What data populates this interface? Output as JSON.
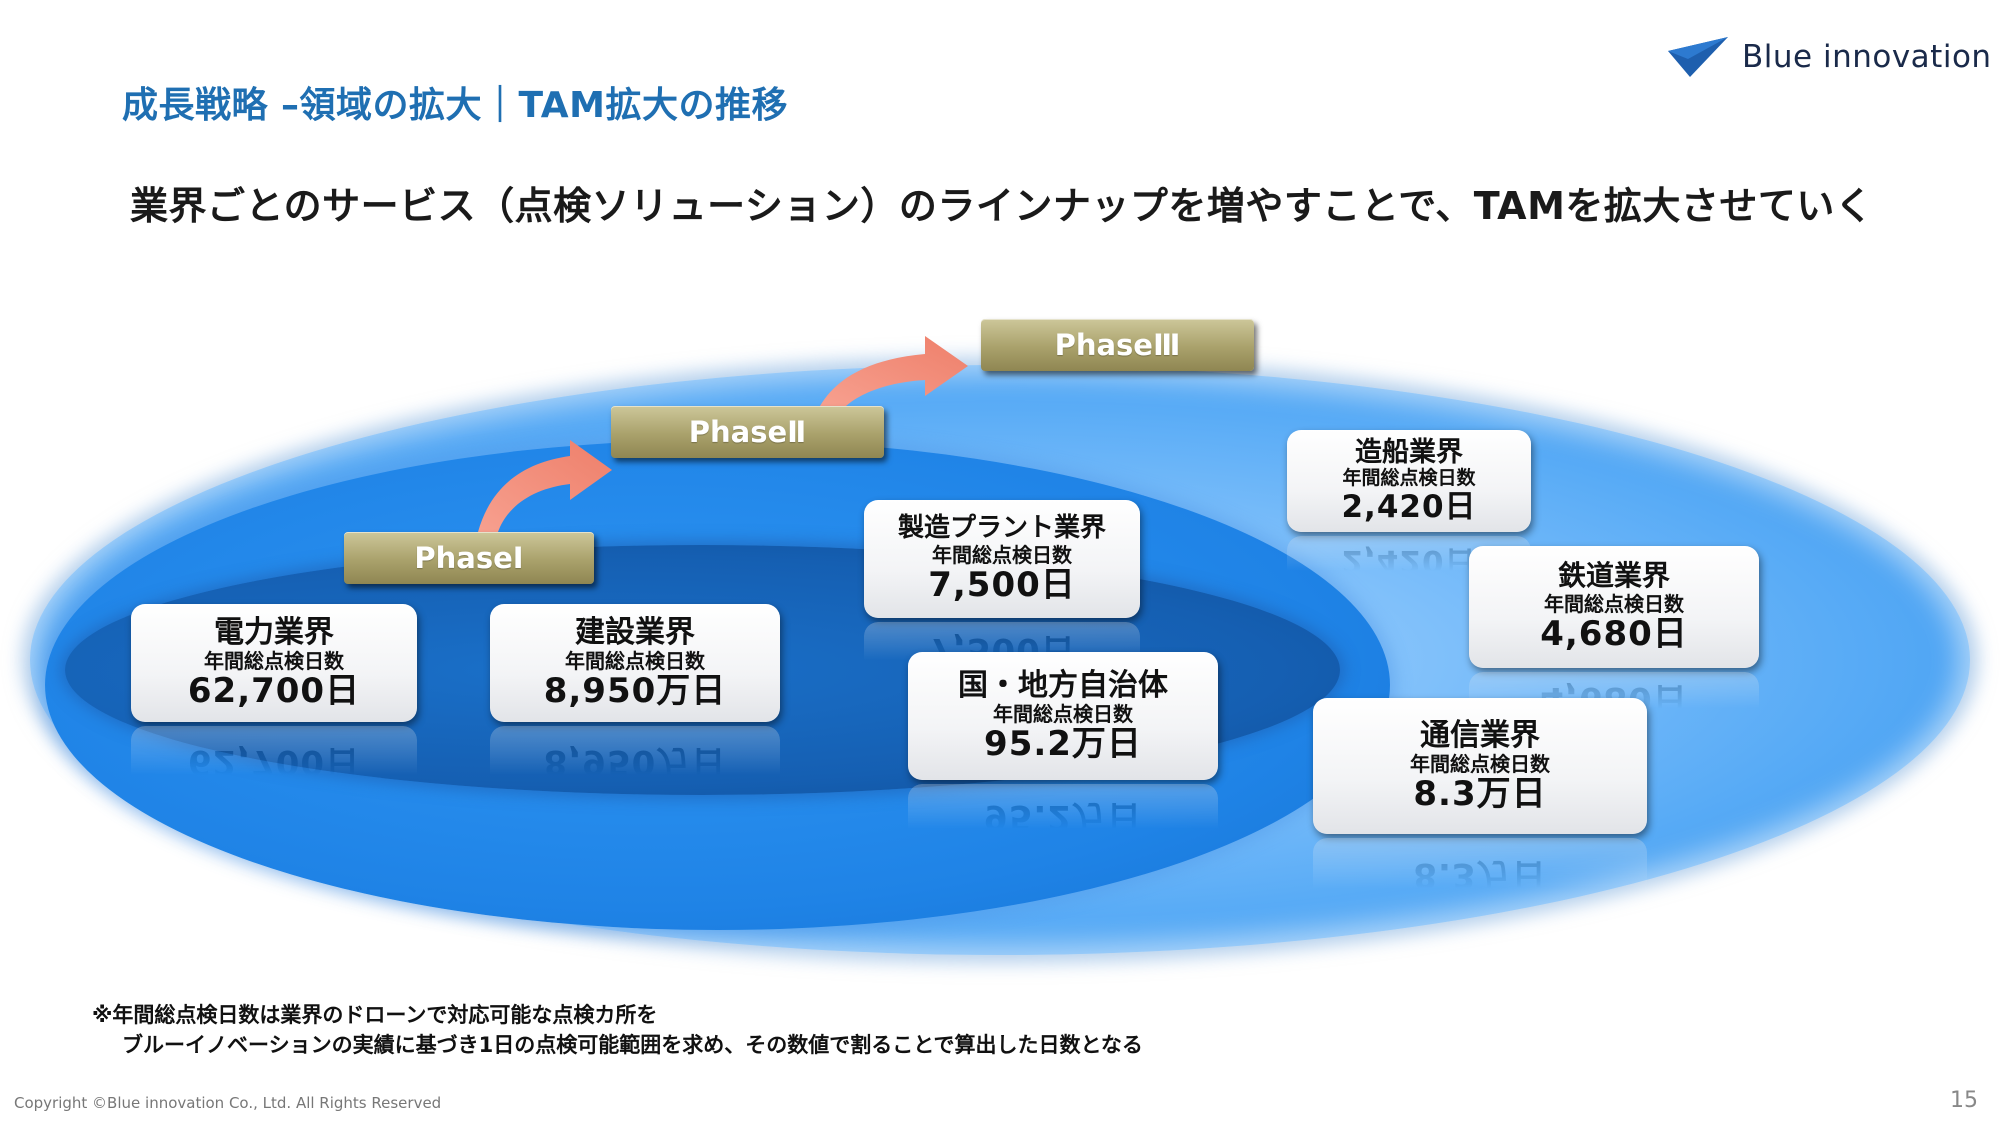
{
  "header": {
    "title": "成長戦略 –領域の拡大｜TAM拡大の推移",
    "logo_text": "Blue innovation"
  },
  "headline": "業界ごとのサービス（点検ソリューション）のラインナップを増やすことで、TAMを拡大させていく",
  "phases": [
    {
      "label": "PhaseⅠ"
    },
    {
      "label": "PhaseⅡ"
    },
    {
      "label": "PhaseⅢ"
    }
  ],
  "metric_label": "年間総点検日数",
  "industries": [
    {
      "name": "電力業界",
      "value": "62,700日"
    },
    {
      "name": "建設業界",
      "value": "8,950万日"
    },
    {
      "name": "製造プラント業界",
      "value": "7,500日"
    },
    {
      "name": "国・地方自治体",
      "value": "95.2万日"
    },
    {
      "name": "造船業界",
      "value": "2,420日"
    },
    {
      "name": "鉄道業界",
      "value": "4,680日"
    },
    {
      "name": "通信業界",
      "value": "8.3万日"
    }
  ],
  "footnote": {
    "line1": "※年間総点検日数は業界のドローンで対応可能な点検カ所を",
    "line2": "ブルーイノベーションの実績に基づき1日の点検可能範囲を求め、その数値で割ることで算出した日数となる"
  },
  "copyright": "Copyright ©Blue innovation Co., Ltd. All Rights Reserved",
  "page_number": "15",
  "colors": {
    "title_blue": "#1f6fb2",
    "phase_gold": "#a9a16b",
    "arrow_salmon": "#f08b78",
    "ellipse_light": "#58abf6",
    "ellipse_mid": "#1f83e6",
    "ellipse_dark": "#155fb2"
  }
}
